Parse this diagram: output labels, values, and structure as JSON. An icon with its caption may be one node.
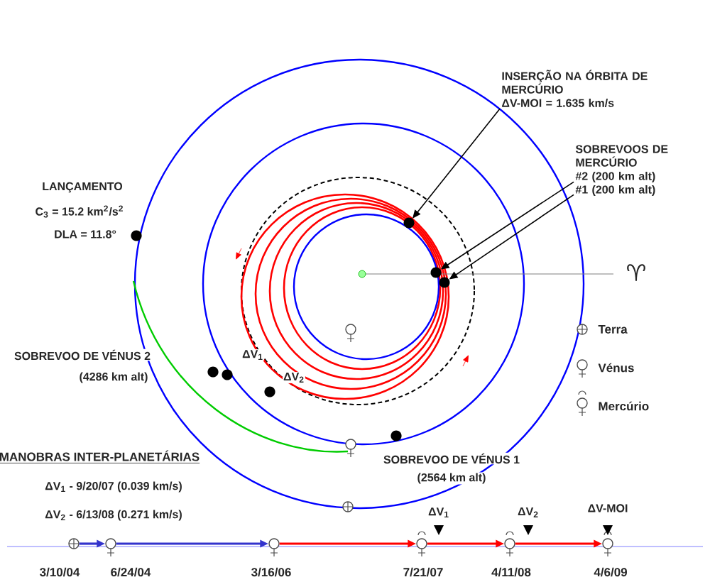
{
  "diagram": {
    "nodes": [
      {
        "text": [
          "INSERÇÃO NA ÓRBITA DE MERCÚRIO",
          "ΔV-MOI = 1.635 km/s"
        ]
      },
      {
        "text": [],
        "shape": "circle"
      },
      {
        "text": [
          "SOBREVOOS DE MERCÚRIO",
          "#2 (200 km alt)",
          "#1 (200 km alt)"
        ]
      },
      {
        "text": [],
        "shape": "circle"
      },
      {
        "text": [],
        "shape": "circle"
      },
      {
        "text": [],
        "shape": "circle",
        "beside": [
          "3/10/04"
        ]
      },
      {
        "text": [],
        "shape": "circle",
        "beside": [
          "6/24/04"
        ]
      },
      {
        "text": [],
        "shape": "circle",
        "beside": [
          "3/16/06"
        ]
      },
      {
        "text": [],
        "shape": "circle",
        "beside": [
          "7/21/07"
        ]
      },
      {
        "text": [],
        "shape": "circle",
        "beside": [
          "4/11/08"
        ]
      },
      {
        "text": [],
        "shape": "circle",
        "beside": [
          "4/6/09"
        ]
      }
    ],
    "edges": [
      {
        "from": 0,
        "to": 1,
        "arrow": "to"
      },
      {
        "from": 2,
        "to": 3,
        "arrow": "to"
      },
      {
        "from": 2,
        "to": 4,
        "arrow": "to"
      },
      {
        "from": 5,
        "to": 6,
        "arrow": "to",
        "color": "#3333cc"
      },
      {
        "from": 6,
        "to": 7,
        "arrow": "to",
        "color": "#3333cc"
      },
      {
        "from": 7,
        "to": 8,
        "arrow": "to",
        "color": "#ff0000"
      },
      {
        "from": 8,
        "to": 9,
        "arrow": "to",
        "color": "#ff0000"
      },
      {
        "from": 9,
        "to": 10,
        "arrow": "to",
        "color": "#ff0000"
      }
    ],
    "labels": [
      "LANÇAMENTO",
      "C$_{3}$ = 15.2 km$^{2}$/s$^{2}$",
      "DLA = 11.8°",
      "SOBREVOO DE VÉNUS 2",
      "(4286 km alt)",
      "ΔV$_{1}$",
      "ΔV$_{2}$",
      "SOBREVOO DE VÉNUS 1",
      "(2564 km alt)",
      "MANOBRAS INTER-PLANETÁRIAS",
      "ΔV$_{1}$ - 9/20/07 (0.039 km/s)",
      "ΔV$_{2}$ - 6/13/08 (0.271 km/s)",
      "ΔV$_{1}$",
      "ΔV$_{2}$",
      "ΔV-MOI",
      "♈"
    ],
    "legend": [
      {
        "text": "Terra"
      },
      {
        "text": "Vénus"
      },
      {
        "text": "Mercúrio"
      }
    ]
  }
}
